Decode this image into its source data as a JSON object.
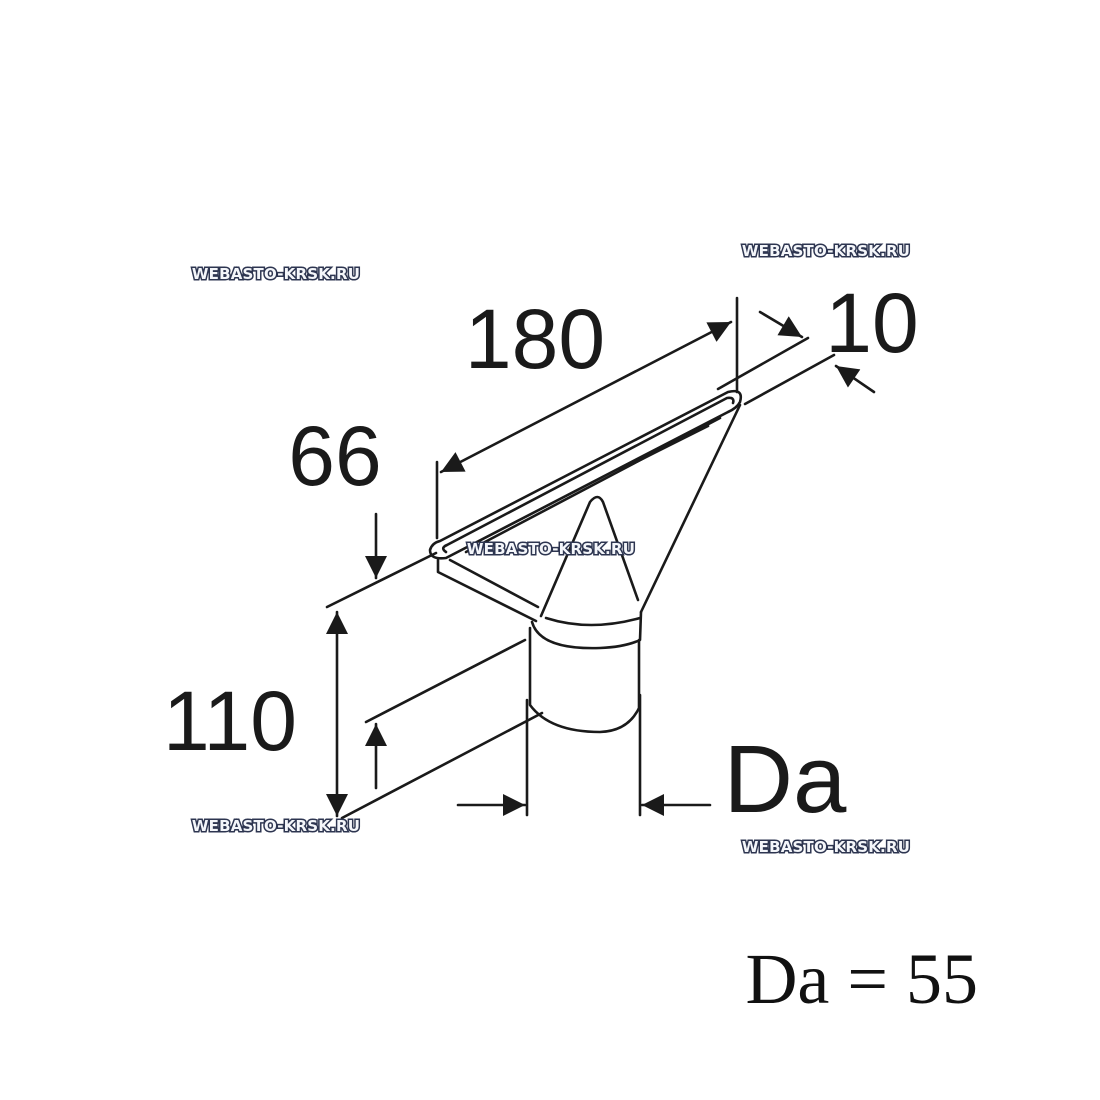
{
  "dimensions": {
    "length": "180",
    "slot_width": "10",
    "height_top": "66",
    "height_total": "110",
    "diameter": "Da"
  },
  "formula": "Da = 55",
  "watermark": "WEBASTO-KRSK.RU"
}
